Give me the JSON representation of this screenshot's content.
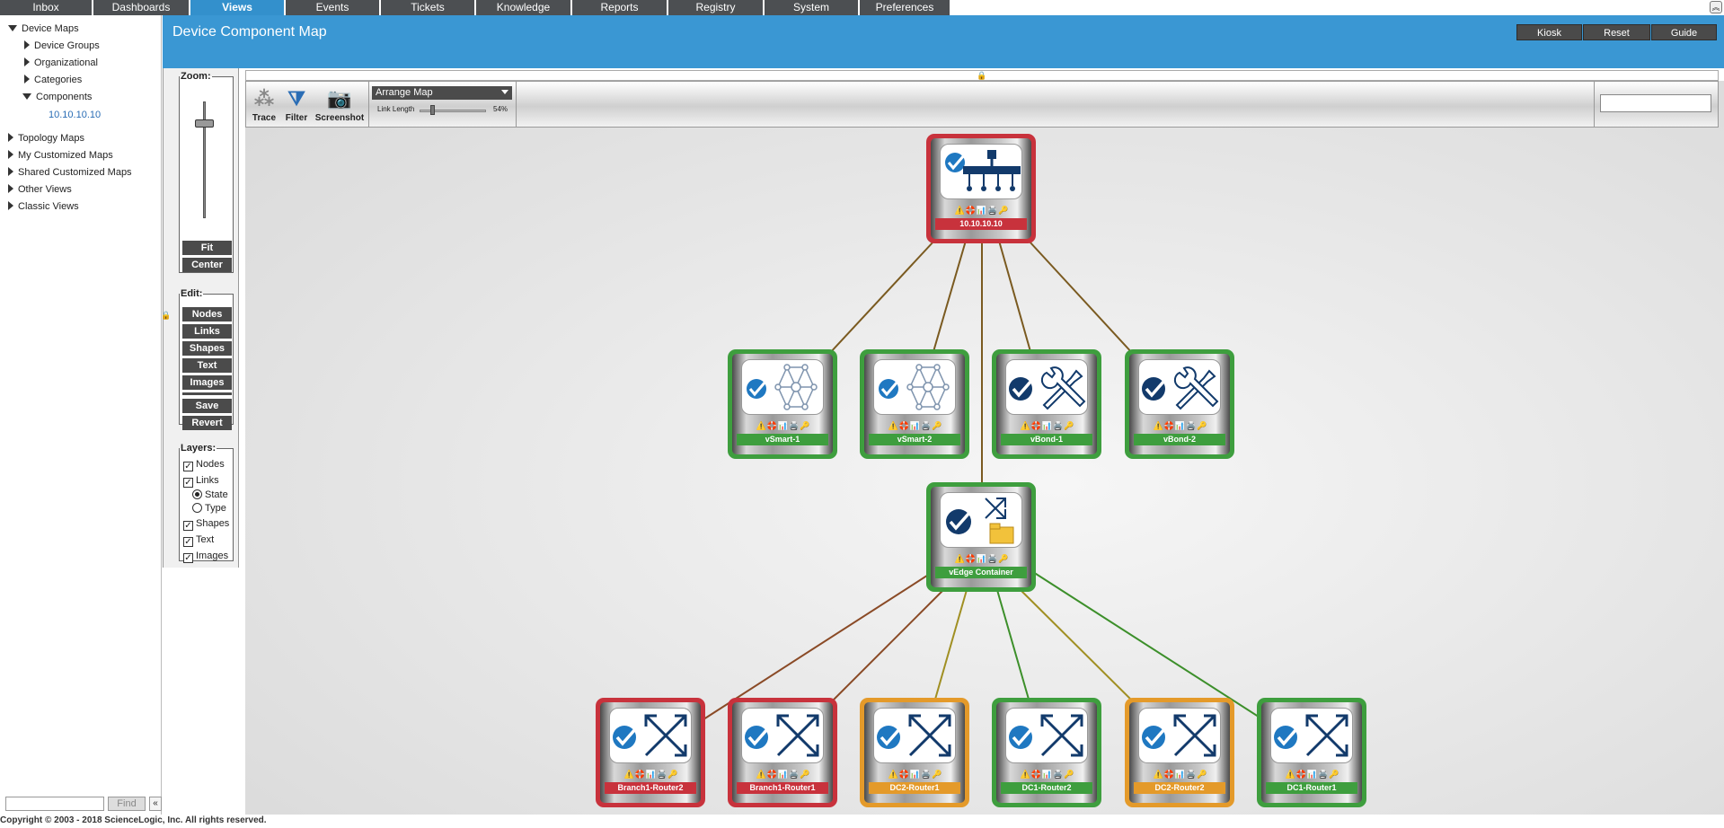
{
  "nav": {
    "tabs": [
      {
        "label": "Inbox",
        "accel": "I"
      },
      {
        "label": "Dashboards",
        "accel": "D"
      },
      {
        "label": "Views",
        "accel": ""
      },
      {
        "label": "Events",
        "accel": "E"
      },
      {
        "label": "Tickets",
        "accel": "T"
      },
      {
        "label": "Knowledge",
        "accel": "K"
      },
      {
        "label": "Reports",
        "accel": "p"
      },
      {
        "label": "Registry",
        "accel": "R"
      },
      {
        "label": "System",
        "accel": "S"
      },
      {
        "label": "Preferences",
        "accel": "P"
      }
    ],
    "active_tab": "Views"
  },
  "sidebar": {
    "device_maps": "Device Maps",
    "device_groups": "Device Groups",
    "organizational": "Organizational",
    "categories": "Categories",
    "components": "Components",
    "component_ip": "10.10.10.10",
    "topology_maps": "Topology Maps",
    "my_customized_maps": "My Customized Maps",
    "shared_customized_maps": "Shared Customized Maps",
    "other_views": "Other Views",
    "classic_views": "Classic Views",
    "find_button": "Find",
    "find_placeholder": ""
  },
  "copyright": "Copyright © 2003 - 2018 ScienceLogic, Inc. All rights reserved.",
  "header": {
    "title": "Device Component Map",
    "kiosk": "Kiosk",
    "reset": "Reset",
    "guide": "Guide"
  },
  "tools": {
    "zoom_legend": "Zoom:",
    "fit": "Fit",
    "center": "Center",
    "edit_legend": "Edit:",
    "nodes": "Nodes",
    "links": "Links",
    "shapes": "Shapes",
    "text": "Text",
    "images": "Images",
    "save": "Save",
    "revert": "Revert",
    "layers_legend": "Layers:",
    "layer_nodes": "Nodes",
    "layer_links": "Links",
    "layer_state": "State",
    "layer_type": "Type",
    "layer_shapes": "Shapes",
    "layer_text": "Text",
    "layer_images": "Images"
  },
  "toolbar": {
    "trace": "Trace",
    "filter": "Filter",
    "screenshot": "Screenshot",
    "arrange": "Arrange Map",
    "link_length_label": "Link Length",
    "link_length_pct": "54%",
    "link_length_value": 54
  },
  "nodes": {
    "root": {
      "label": "10.10.10.10",
      "state": "red",
      "icon": "network-hierarchy-icon"
    },
    "vsmart1": {
      "label": "vSmart-1",
      "state": "green",
      "icon": "mesh-network-icon"
    },
    "vsmart2": {
      "label": "vSmart-2",
      "state": "green",
      "icon": "mesh-network-icon"
    },
    "vbond1": {
      "label": "vBond-1",
      "state": "green",
      "icon": "wrench-screwdriver-icon"
    },
    "vbond2": {
      "label": "vBond-2",
      "state": "green",
      "icon": "wrench-screwdriver-icon"
    },
    "vedge": {
      "label": "vEdge Container",
      "state": "green",
      "icon": "folder-arrows-icon"
    },
    "b1r2": {
      "label": "Branch1-Router2",
      "state": "red",
      "icon": "router-arrows-icon"
    },
    "b1r1": {
      "label": "Branch1-Router1",
      "state": "red",
      "icon": "router-arrows-icon"
    },
    "dc2r1": {
      "label": "DC2-Router1",
      "state": "orange",
      "icon": "router-arrows-icon"
    },
    "dc1r2": {
      "label": "DC1-Router2",
      "state": "green",
      "icon": "router-arrows-icon"
    },
    "dc2r2": {
      "label": "DC2-Router2",
      "state": "orange",
      "icon": "router-arrows-icon"
    },
    "dc1r1": {
      "label": "DC1-Router1",
      "state": "green",
      "icon": "router-arrows-icon"
    }
  },
  "colors": {
    "red": "#c8323c",
    "green": "#3e9e3e",
    "orange": "#e49a2a",
    "header_blue": "#3a97d3",
    "link_red_green": "#7a5a20",
    "link_green": "#3c8f2a",
    "link_orange_green": "#a08f22"
  }
}
